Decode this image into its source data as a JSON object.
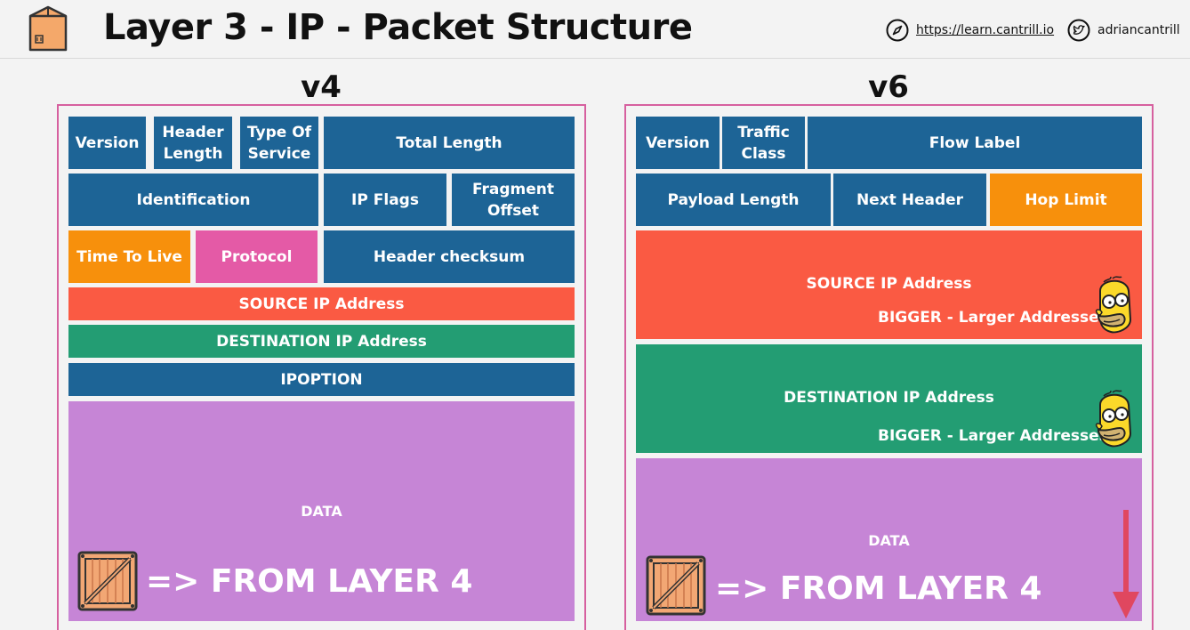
{
  "header": {
    "title": "Layer 3 - IP - Packet Structure",
    "site_link": "https://learn.cantrill.io",
    "handle": "adriancantrill",
    "icons": [
      "box-logo-icon",
      "compass-icon",
      "twitter-bird-icon"
    ]
  },
  "v4": {
    "title": "v4",
    "fields": {
      "version": "Version",
      "header_length": "Header Length",
      "type_of_service": "Type Of Service",
      "total_length": "Total Length",
      "identification": "Identification",
      "ip_flags": "IP Flags",
      "fragment_offset": "Fragment Offset",
      "time_to_live": "Time To Live",
      "protocol": "Protocol",
      "header_checksum": "Header checksum",
      "source": "SOURCE IP Address",
      "destination": "DESTINATION IP Address",
      "ipoption": "IPOPTION",
      "data": "DATA",
      "from_layer": "=> FROM LAYER 4"
    }
  },
  "v6": {
    "title": "v6",
    "fields": {
      "version": "Version",
      "traffic_class": "Traffic Class",
      "flow_label": "Flow Label",
      "payload_length": "Payload Length",
      "next_header": "Next Header",
      "hop_limit": "Hop Limit",
      "source": "SOURCE IP Address",
      "source_note": "BIGGER - Larger Addresses",
      "destination": "DESTINATION IP Address",
      "destination_note": "BIGGER - Larger Addresses",
      "data": "DATA",
      "from_layer": "=> FROM LAYER 4"
    }
  },
  "colors": {
    "blue": "#1d6496",
    "orange": "#f7900c",
    "pink": "#e45aa6",
    "red": "#fa5a43",
    "green": "#239d73",
    "purple": "#c685d6",
    "panel_border": "#d6609f"
  }
}
